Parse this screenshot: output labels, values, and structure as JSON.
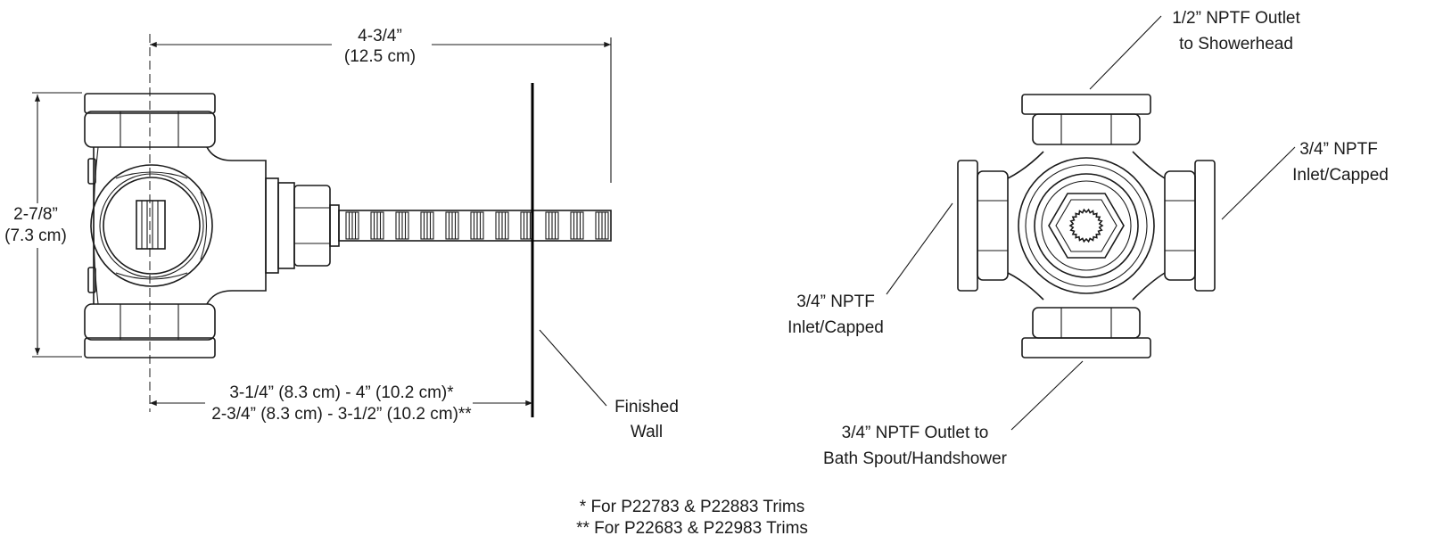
{
  "dimensions": {
    "overall_depth": {
      "line1": "4-3/4”",
      "line2": "(12.5 cm)"
    },
    "body_height": {
      "line1": "2-7/8”",
      "line2": "(7.3 cm)"
    },
    "rough_in": {
      "line1": "3-1/4” (8.3 cm) - 4” (10.2 cm)*",
      "line2": "2-3/4” (8.3 cm) - 3-1/2” (10.2 cm)**"
    }
  },
  "labels": {
    "finished_wall": {
      "line1": "Finished",
      "line2": "Wall"
    },
    "outlet_top": {
      "line1": "1/2” NPTF Outlet",
      "line2": "to Showerhead"
    },
    "inlet_right": {
      "line1": "3/4” NPTF",
      "line2": "Inlet/Capped"
    },
    "inlet_left": {
      "line1": "3/4” NPTF",
      "line2": "Inlet/Capped"
    },
    "outlet_bottom": {
      "line1": "3/4” NPTF Outlet to",
      "line2": "Bath Spout/Handshower"
    }
  },
  "footnotes": {
    "note1": "* For P22783 & P22883 Trims",
    "note2": "** For P22683 & P22983 Trims"
  }
}
